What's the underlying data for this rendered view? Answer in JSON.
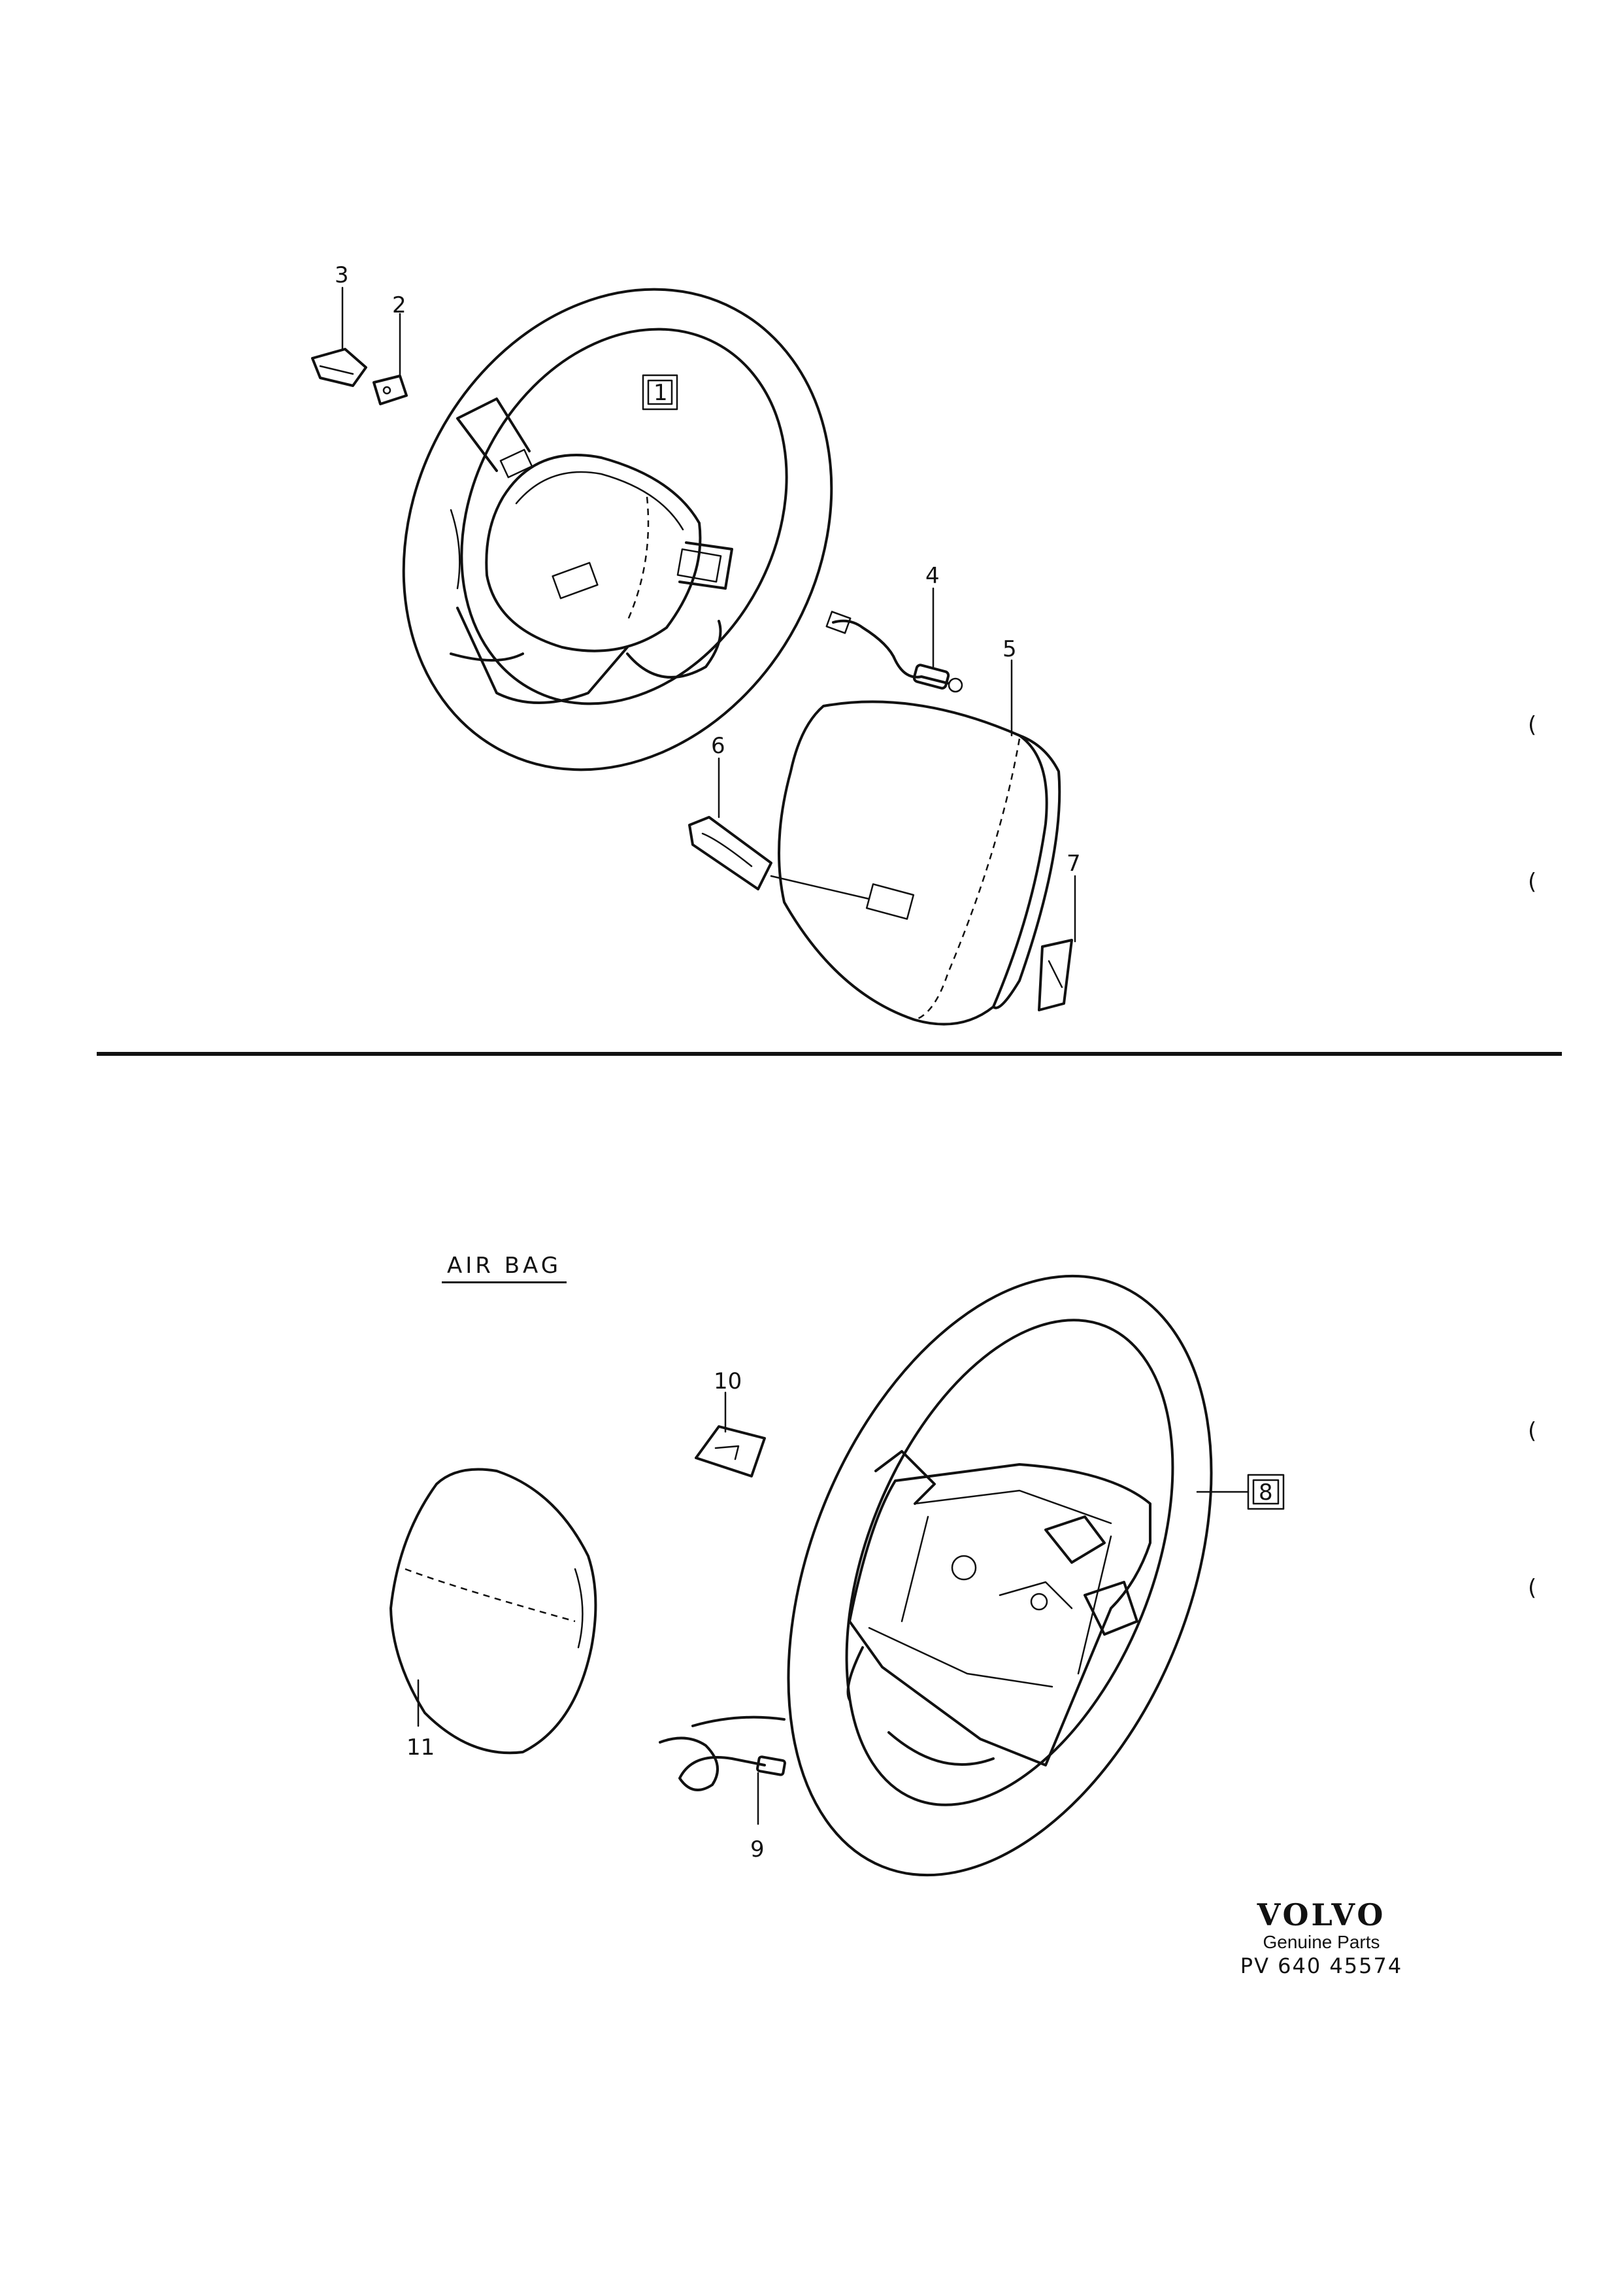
{
  "top_assembly": {
    "ref_box": "1",
    "callouts": [
      "2",
      "3",
      "4",
      "5",
      "6",
      "7"
    ]
  },
  "airbag_assembly": {
    "label": "AIR BAG",
    "ref_box": "8",
    "callouts": [
      "9",
      "10",
      "11"
    ]
  },
  "footer": {
    "brand": "VOLVO",
    "tagline": "Genuine Parts",
    "reference": "PV 640 45574"
  }
}
